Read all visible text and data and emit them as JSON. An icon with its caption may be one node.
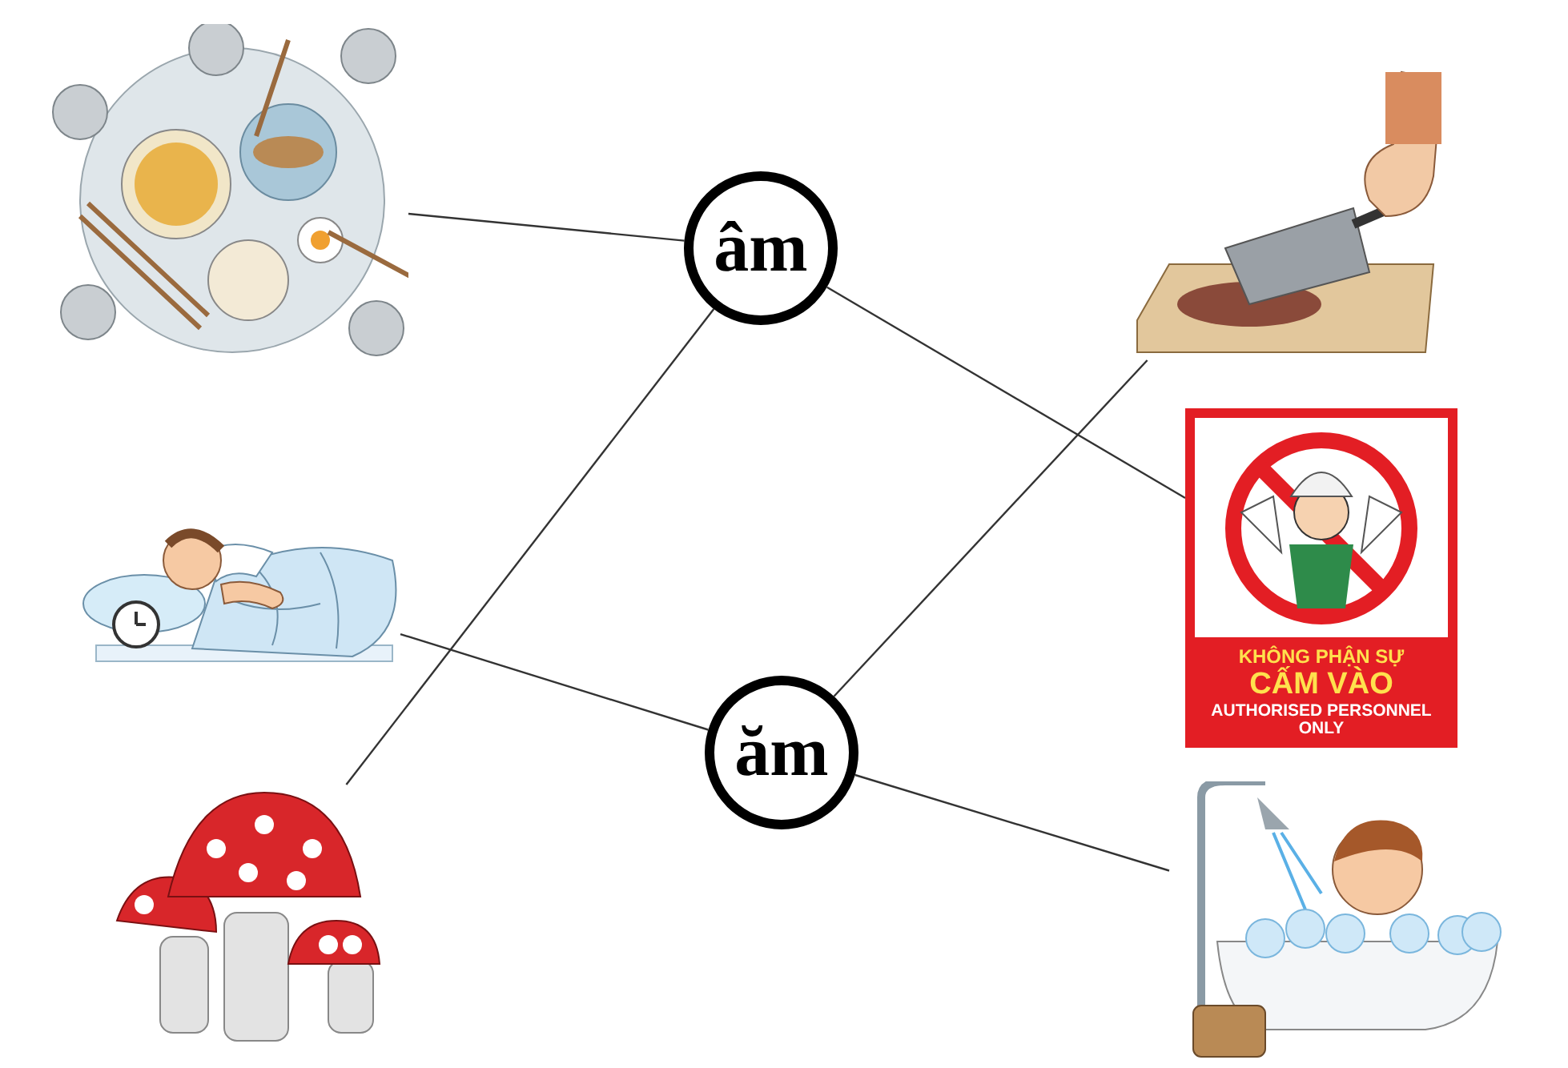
{
  "diagram": {
    "nodes": [
      {
        "text": [],
        "shape": "picture"
      },
      {
        "text": [],
        "shape": "picture"
      },
      {
        "text": [],
        "shape": "picture"
      },
      {
        "text": [
          "âm"
        ]
      },
      {
        "text": [
          "ăm"
        ]
      },
      {
        "text": [],
        "shape": "picture"
      },
      {
        "text": [
          "KHÔNG PHẬN SỰ",
          "CẤM VÀO",
          "AUTHORISED PERSONNEL ONLY"
        ]
      },
      {
        "text": [],
        "shape": "picture"
      }
    ],
    "edges": [
      {
        "from": 0,
        "to": 3,
        "arrow": "none"
      },
      {
        "from": 2,
        "to": 3,
        "arrow": "none"
      },
      {
        "from": 3,
        "to": 6,
        "arrow": "none"
      },
      {
        "from": 5,
        "to": 4,
        "arrow": "none"
      },
      {
        "from": 1,
        "to": 4,
        "arrow": "none"
      },
      {
        "from": 4,
        "to": 7,
        "arrow": "none"
      }
    ]
  }
}
